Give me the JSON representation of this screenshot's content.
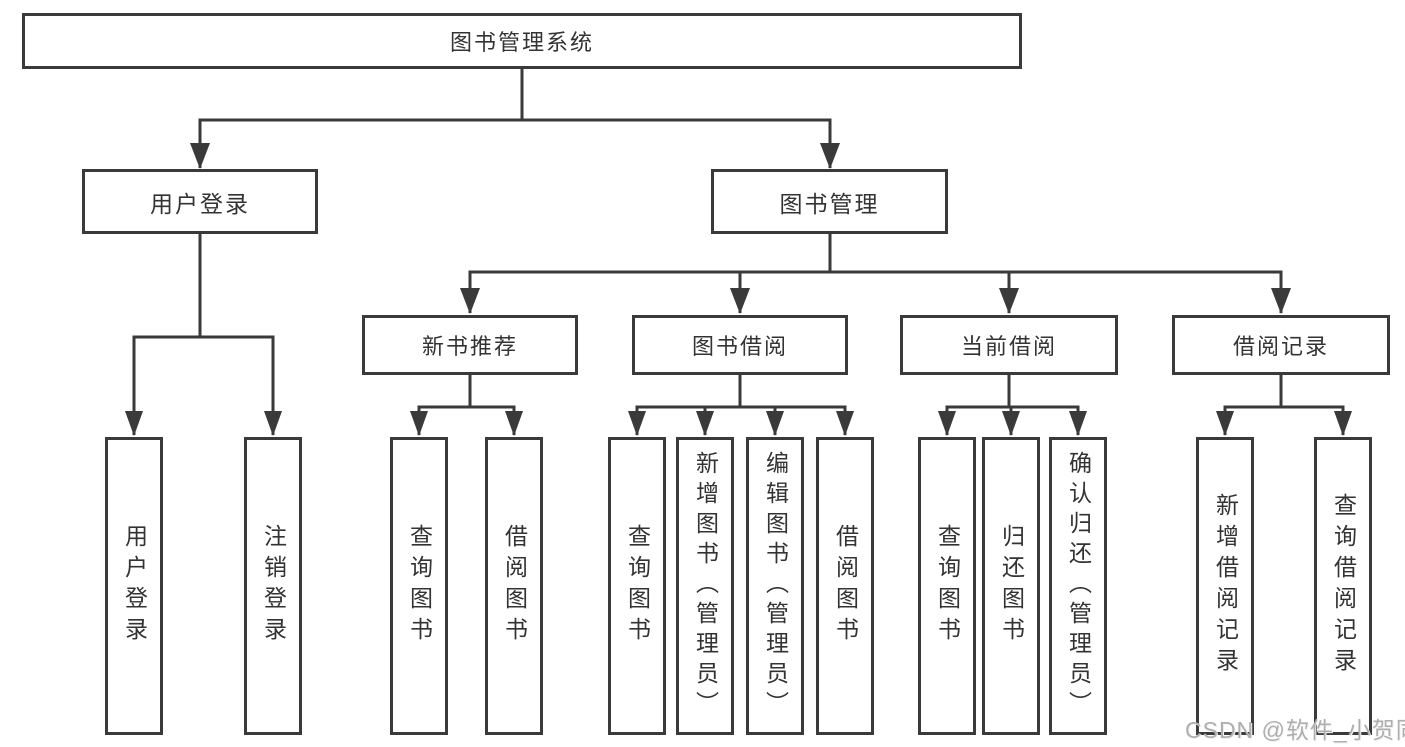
{
  "diagram": {
    "title": "图书管理系统",
    "root": {
      "label": "图书管理系统",
      "children": [
        {
          "label": "用户登录",
          "children": [
            {
              "label": "用户登录"
            },
            {
              "label": "注销登录"
            }
          ]
        },
        {
          "label": "图书管理",
          "children": [
            {
              "label": "新书推荐",
              "children": [
                {
                  "label": "查询图书"
                },
                {
                  "label": "借阅图书"
                }
              ]
            },
            {
              "label": "图书借阅",
              "children": [
                {
                  "label": "查询图书"
                },
                {
                  "label": "新增图书（管理员）"
                },
                {
                  "label": "编辑图书（管理员）"
                },
                {
                  "label": "借阅图书"
                }
              ]
            },
            {
              "label": "当前借阅",
              "children": [
                {
                  "label": "查询图书"
                },
                {
                  "label": "归还图书"
                },
                {
                  "label": "确认归还（管理员）"
                }
              ]
            },
            {
              "label": "借阅记录",
              "children": [
                {
                  "label": "新增借阅记录"
                },
                {
                  "label": "查询借阅记录"
                }
              ]
            }
          ]
        }
      ]
    }
  },
  "watermark": {
    "text": "CSDN @软件_小贺同学"
  },
  "colors": {
    "line": "#3a3a3a",
    "box_border": "#3a3a3a",
    "text": "#333333",
    "watermark": "#aeaeae",
    "background": "#ffffff"
  }
}
